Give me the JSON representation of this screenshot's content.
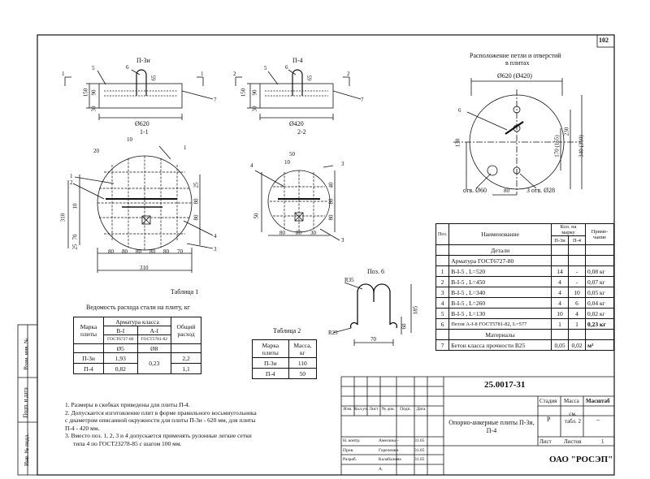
{
  "sheet": {
    "number": "102",
    "code": "25.0017-31",
    "organization": "ОАО \"РОСЭП\""
  },
  "views": {
    "p3i_title": "П-3и",
    "p4_title": "П-4",
    "sec11": "1-1",
    "sec22": "2-2",
    "hole_title_1": "Расположение петли и отверстий",
    "hole_title_2": "в плитах",
    "dia620": "Ø620",
    "dia420": "Ø420",
    "dia620_420": "Ø620 (Ø420)",
    "otv60": "отв. Ø60",
    "otv28": "3 отв. Ø28",
    "poz6_title": "Поз. 6",
    "labels": {
      "n1": "1",
      "n2": "2",
      "n3": "3",
      "n4": "4",
      "n5": "5",
      "n6": "6",
      "n7": "7",
      "d10": "10",
      "d20": "20",
      "d25": "25",
      "d30": "30",
      "d35": "35",
      "d40": "40",
      "d50": "50",
      "d60": "60",
      "d65": "65",
      "d70": "70",
      "d80": "80",
      "d90": "90",
      "d130": "130",
      "d150": "150",
      "d170": "170 (155)",
      "d185": "185",
      "d230": "230",
      "d310": "310",
      "d340": "340 (310)",
      "r35": "R35",
      "r25": "R25"
    }
  },
  "table1": {
    "caption": "Таблица 1",
    "title": "Ведомость расхода стали на плиту, кг",
    "h_marka": "Марка плиты",
    "h_armatura": "Арматура класса",
    "h_bi": "В-I",
    "h_ai": "А-I",
    "h_gost1": "ГОСТ6727-80",
    "h_gost2": "ГОСТ5781-82",
    "h_d5": "Ø5",
    "h_d8": "Ø8",
    "h_total": "Общий расход",
    "rows": [
      {
        "marka": "П-3и",
        "bi": "1,93",
        "total": "2,2"
      },
      {
        "marka": "П-4",
        "bi": "0,82",
        "total": "1,1"
      }
    ],
    "ai_shared": "0,23"
  },
  "table2": {
    "caption": "Таблица 2",
    "h_marka": "Марка плиты",
    "h_mass": "Масса, кг",
    "rows": [
      {
        "marka": "П-3и",
        "mass": "110"
      },
      {
        "marka": "П-4",
        "mass": "50"
      }
    ]
  },
  "spec": {
    "h_pos": "Поз.",
    "h_name": "Наименование",
    "h_kol": "Кол. на марку",
    "h_p3i": "П-3и",
    "h_p4": "П-4",
    "h_note": "Приме- чание",
    "sec_details": "Детали",
    "sec_armatura": "Арматура ГОСТ6727-80",
    "sec_materials": "Материалы",
    "rows": [
      {
        "pos": "1",
        "name": "В-I-5 , L=520",
        "p3i": "14",
        "p4": "-",
        "note": "0,08 кг"
      },
      {
        "pos": "2",
        "name": "В-I-5 , L=450",
        "p3i": "4",
        "p4": "-",
        "note": "0,07 кг"
      },
      {
        "pos": "3",
        "name": "В-I-5 , L=340",
        "p3i": "4",
        "p4": "10",
        "note": "0,05 кг"
      },
      {
        "pos": "4",
        "name": "В-I-5 , L=260",
        "p3i": "4",
        "p4": "6",
        "note": "0,04 кг"
      },
      {
        "pos": "5",
        "name": "В-I-5 , L=130",
        "p3i": "10",
        "p4": "4",
        "note": "0,02 кг"
      },
      {
        "pos": "6",
        "name": "Петля А-I-8 ГОСТ5781-82, L=577",
        "p3i": "1",
        "p4": "1",
        "note": "0,23 кг"
      }
    ],
    "material": {
      "pos": "7",
      "name": "Бетон класса прочности В25",
      "p3i": "0,05",
      "p4": "0,02",
      "note": "м³"
    }
  },
  "notes": [
    "1. Размеры в скобках приведены для плиты П-4.",
    "2. Допускается изготовление плит в форме правильного восьмиугольника",
    "с диаметром описанной окружности для плиты П-3и - 620 мм, для плиты",
    "П-4 - 420 мм.",
    "3. Вместо поз. 1, 2, 3 и 4 допускается применять рулонные легкие сетки",
    "типа 4 по ГОСТ23278-85 с шагом 100 мм."
  ],
  "side_stamp": [
    "Взам. инв. №",
    "Подп. и дата",
    "Инв. № подл."
  ],
  "titleblock": {
    "cols": [
      "Изм.",
      "Кол.уч.",
      "Лист",
      "№ док.",
      "Подп.",
      "Дата"
    ],
    "people": [
      {
        "role": "Н. контр.",
        "name": "Амелина",
        "date": "31.05"
      },
      {
        "role": "Пров.",
        "name": "Гореленко",
        "date": "31.05"
      },
      {
        "role": "Разраб.",
        "name": "Калабалина А.",
        "date": "31.05"
      }
    ],
    "doc_name": "Опорно-анкерные плиты П-3и, П-4",
    "h_stage": "Стадия",
    "h_mass": "Масса",
    "h_scale": "Масштаб",
    "stage": "Р",
    "mass": "см. табл. 2",
    "scale": "–",
    "h_sheet": "Лист",
    "h_sheets": "Листов",
    "sheets": "1"
  }
}
